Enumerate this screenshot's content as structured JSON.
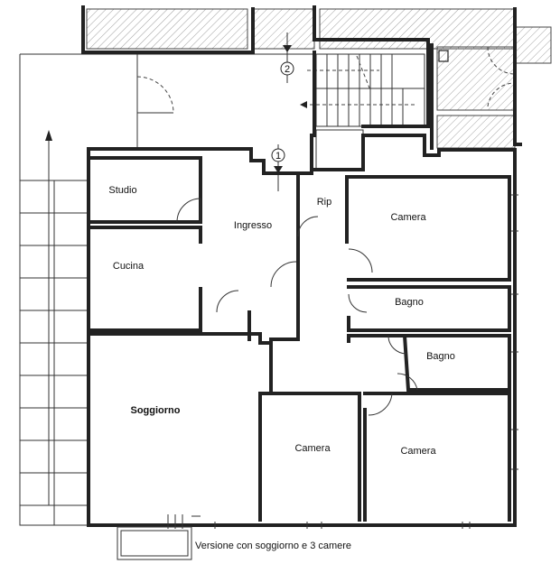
{
  "rooms": {
    "studio": "Studio",
    "ingresso": "Ingresso",
    "rip": "Rip",
    "camera_top": "Camera",
    "cucina": "Cucina",
    "bagno_1": "Bagno",
    "bagno_2": "Bagno",
    "soggiorno": "Soggiorno",
    "camera_mid": "Camera",
    "camera_right": "Camera"
  },
  "markers": {
    "marker_1": "1",
    "marker_2": "2"
  },
  "caption": "Versione con soggiorno e 3 camere"
}
